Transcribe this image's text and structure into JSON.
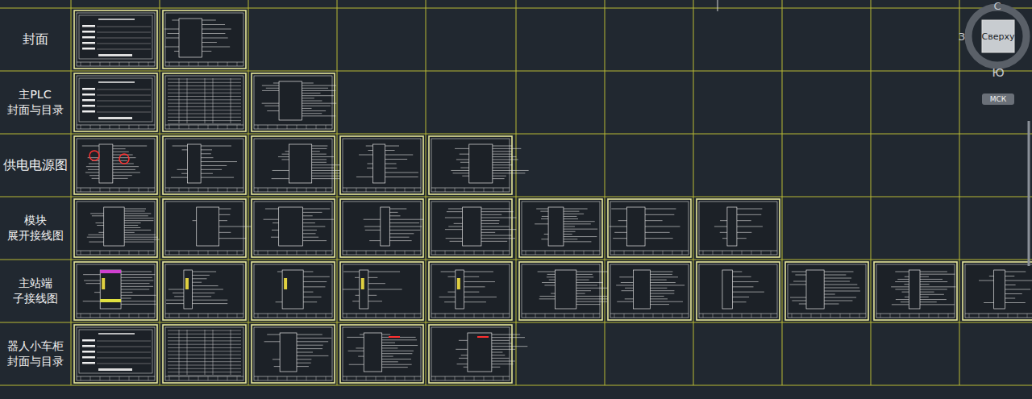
{
  "diagram": {
    "nodes": [
      {
        "text": [
          "封面"
        ]
      },
      {
        "text": [
          "主PLC 封面与目录"
        ]
      },
      {
        "text": [
          "供电电源图"
        ]
      },
      {
        "text": [
          "模块 展开接线图"
        ]
      },
      {
        "text": [
          "主站端 子接线图"
        ]
      },
      {
        "text": [
          "器人小车柜 封面与目录"
        ]
      }
    ],
    "labels": [
      "С",
      "З",
      "Сверху",
      "Ю",
      "МСК"
    ]
  }
}
